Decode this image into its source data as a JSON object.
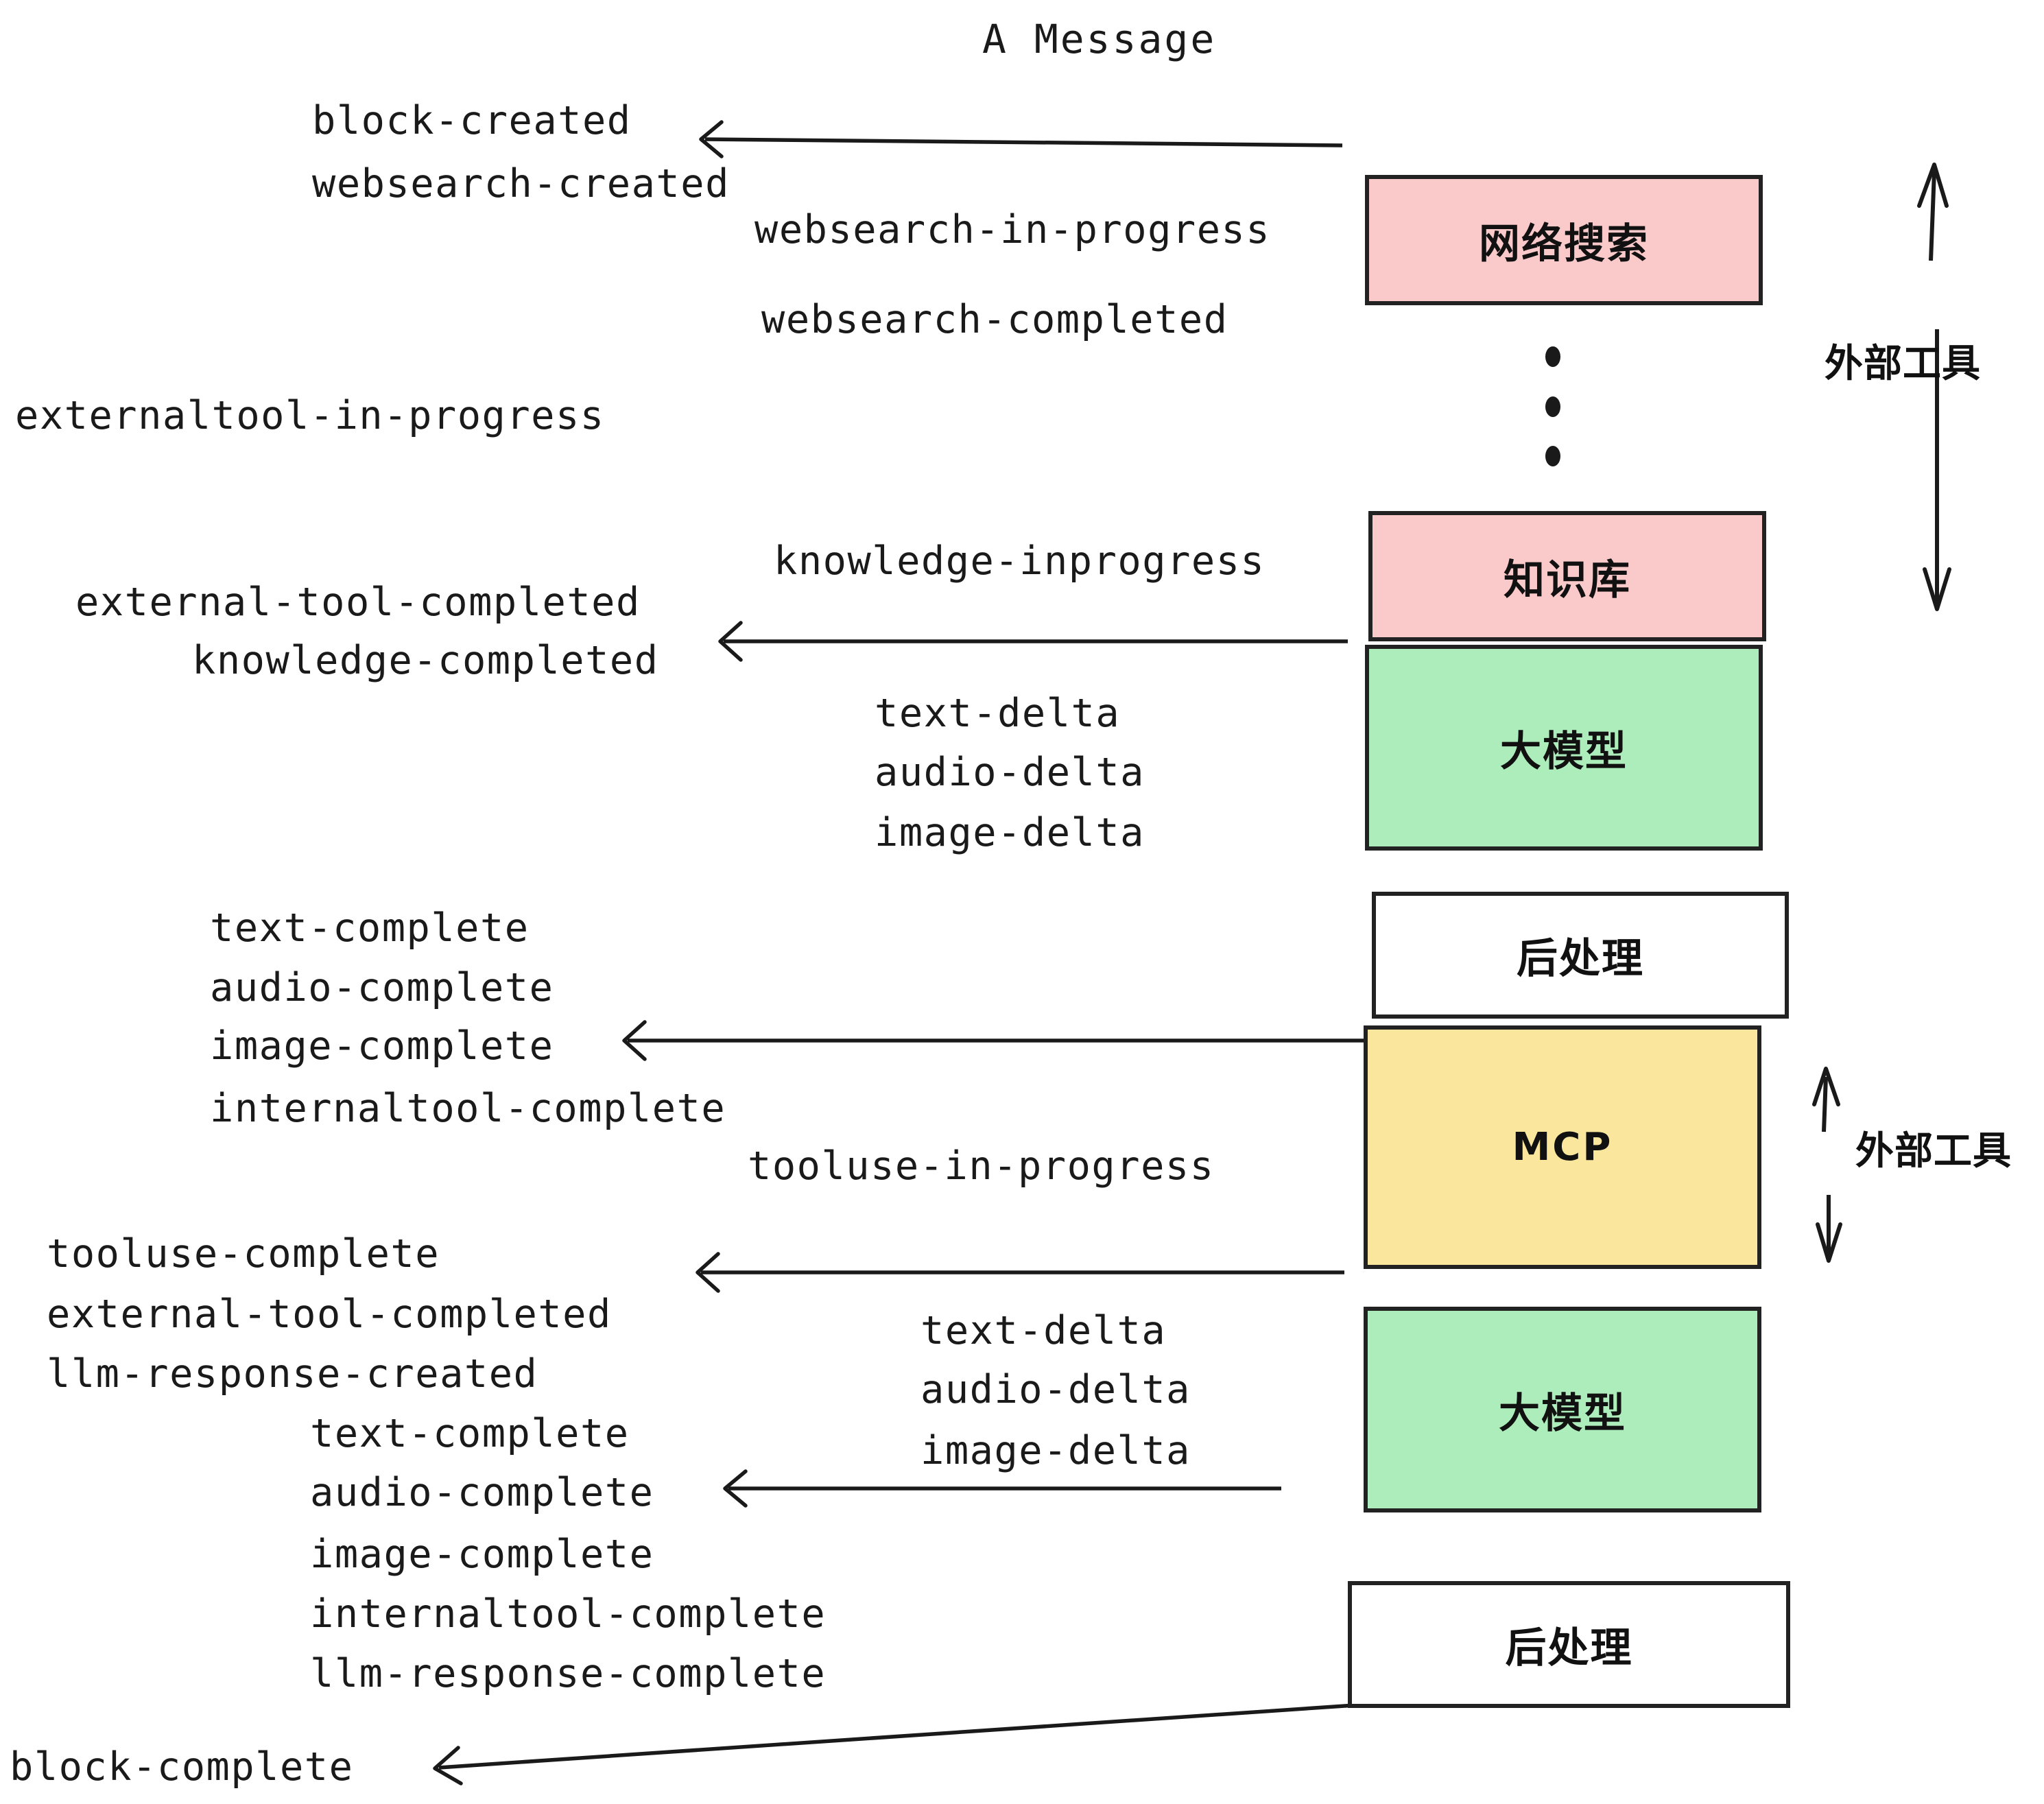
{
  "title": "A Message",
  "colors": {
    "pink": "#FAC9C9",
    "green": "#ADEDBC",
    "yellow": "#FAE69C",
    "white": "#FFFFFF",
    "stroke": "#222222",
    "text": "#1A1A1A"
  },
  "boxes": [
    {
      "id": "websearch",
      "label": "网络搜索",
      "fill": "#FAC9C9"
    },
    {
      "id": "knowledge",
      "label": "知识库",
      "fill": "#FAC9C9"
    },
    {
      "id": "llm-top",
      "label": "大模型",
      "fill": "#ADEDBC"
    },
    {
      "id": "post-top",
      "label": "后处理",
      "fill": "#FFFFFF"
    },
    {
      "id": "mcp",
      "label": "MCP",
      "fill": "#FAE69C"
    },
    {
      "id": "llm-bottom",
      "label": "大模型",
      "fill": "#ADEDBC"
    },
    {
      "id": "post-bottom",
      "label": "后处理",
      "fill": "#FFFFFF"
    }
  ],
  "side_labels": [
    {
      "id": "external-tools-top",
      "label": "外部工具"
    },
    {
      "id": "external-tools-bottom",
      "label": "外部工具"
    }
  ],
  "events": {
    "block_created": "block-created",
    "websearch_created": "websearch-created",
    "websearch_in_progress": "websearch-in-progress",
    "websearch_completed": "websearch-completed",
    "externaltool_in_progress": "externaltool-in-progress",
    "knowledge_inprogress": "knowledge-inprogress",
    "external_tool_completed_1": "external-tool-completed",
    "knowledge_completed": "knowledge-completed",
    "text_delta_1": "text-delta",
    "audio_delta_1": "audio-delta",
    "image_delta_1": "image-delta",
    "text_complete_1": "text-complete",
    "audio_complete_1": "audio-complete",
    "image_complete_1": "image-complete",
    "internaltool_complete_1": "internaltool-complete",
    "tooluse_in_progress": "tooluse-in-progress",
    "tooluse_complete": "tooluse-complete",
    "external_tool_completed_2": "external-tool-completed",
    "llm_response_created": "llm-response-created",
    "text_delta_2": "text-delta",
    "audio_delta_2": "audio-delta",
    "image_delta_2": "image-delta",
    "text_complete_2": "text-complete",
    "audio_complete_2": "audio-complete",
    "image_complete_2": "image-complete",
    "internaltool_complete_2": "internaltool-complete",
    "llm_response_complete": "llm-response-complete",
    "block_complete": "block-complete"
  }
}
